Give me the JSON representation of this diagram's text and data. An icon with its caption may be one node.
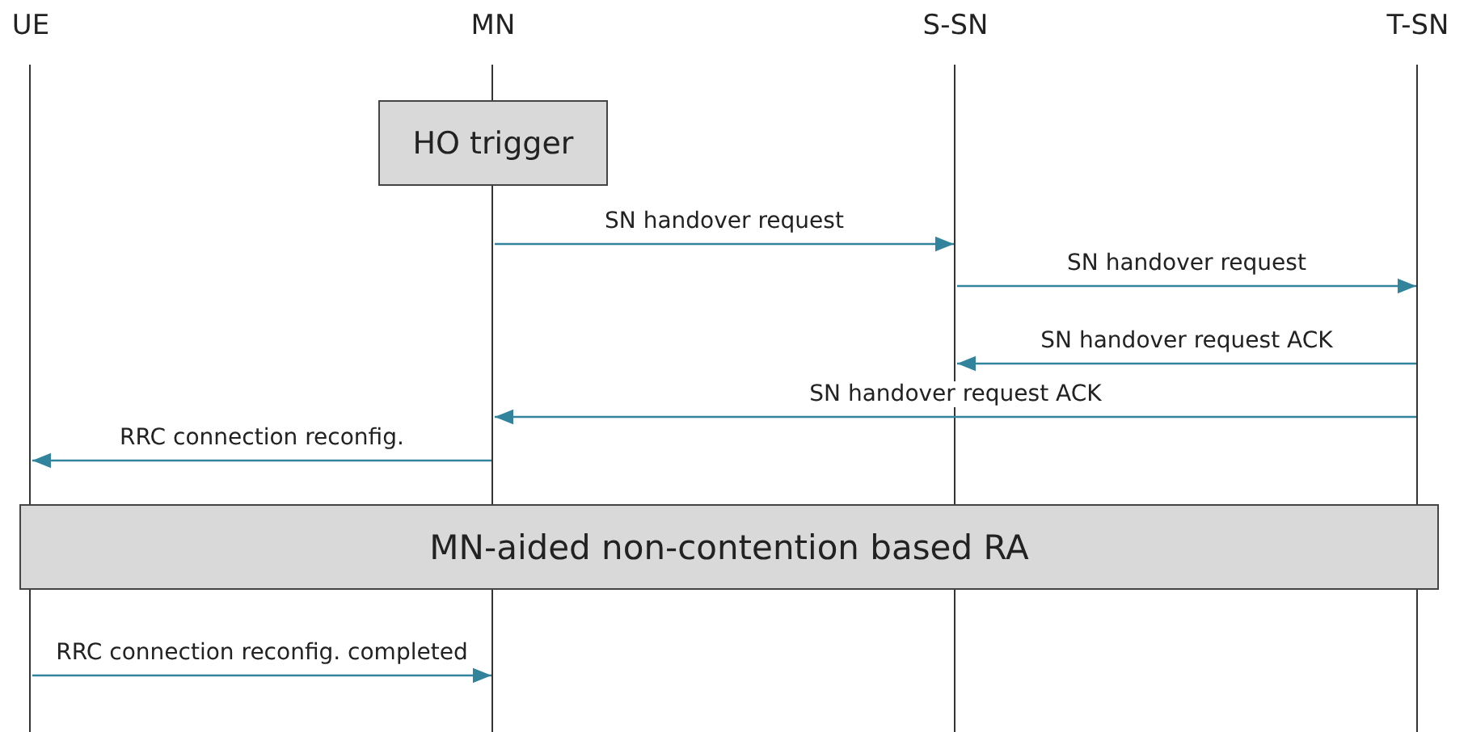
{
  "diagram": {
    "nodes": [
      {
        "text": [
          "UE"
        ]
      },
      {
        "text": [
          "MN"
        ]
      },
      {
        "text": [
          "S-SN"
        ]
      },
      {
        "text": [
          "T-SN"
        ]
      },
      {
        "text": [
          "HO trigger"
        ]
      },
      {
        "text": [
          "MN-aided non-contention based RA"
        ]
      }
    ],
    "edges": [
      {
        "from": 1,
        "to": 2,
        "arrow": "to",
        "label": "SN handover request"
      },
      {
        "from": 2,
        "to": 3,
        "arrow": "to",
        "label": "SN handover request"
      },
      {
        "from": 3,
        "to": 2,
        "arrow": "to",
        "label": "SN handover request ACK"
      },
      {
        "from": 3,
        "to": 1,
        "arrow": "to",
        "label": "SN handover request ACK"
      },
      {
        "from": 1,
        "to": 0,
        "arrow": "to",
        "label": "RRC connection reconfig."
      },
      {
        "from": 0,
        "to": 1,
        "arrow": "to",
        "label": "RRC connection reconfig. completed"
      }
    ]
  }
}
